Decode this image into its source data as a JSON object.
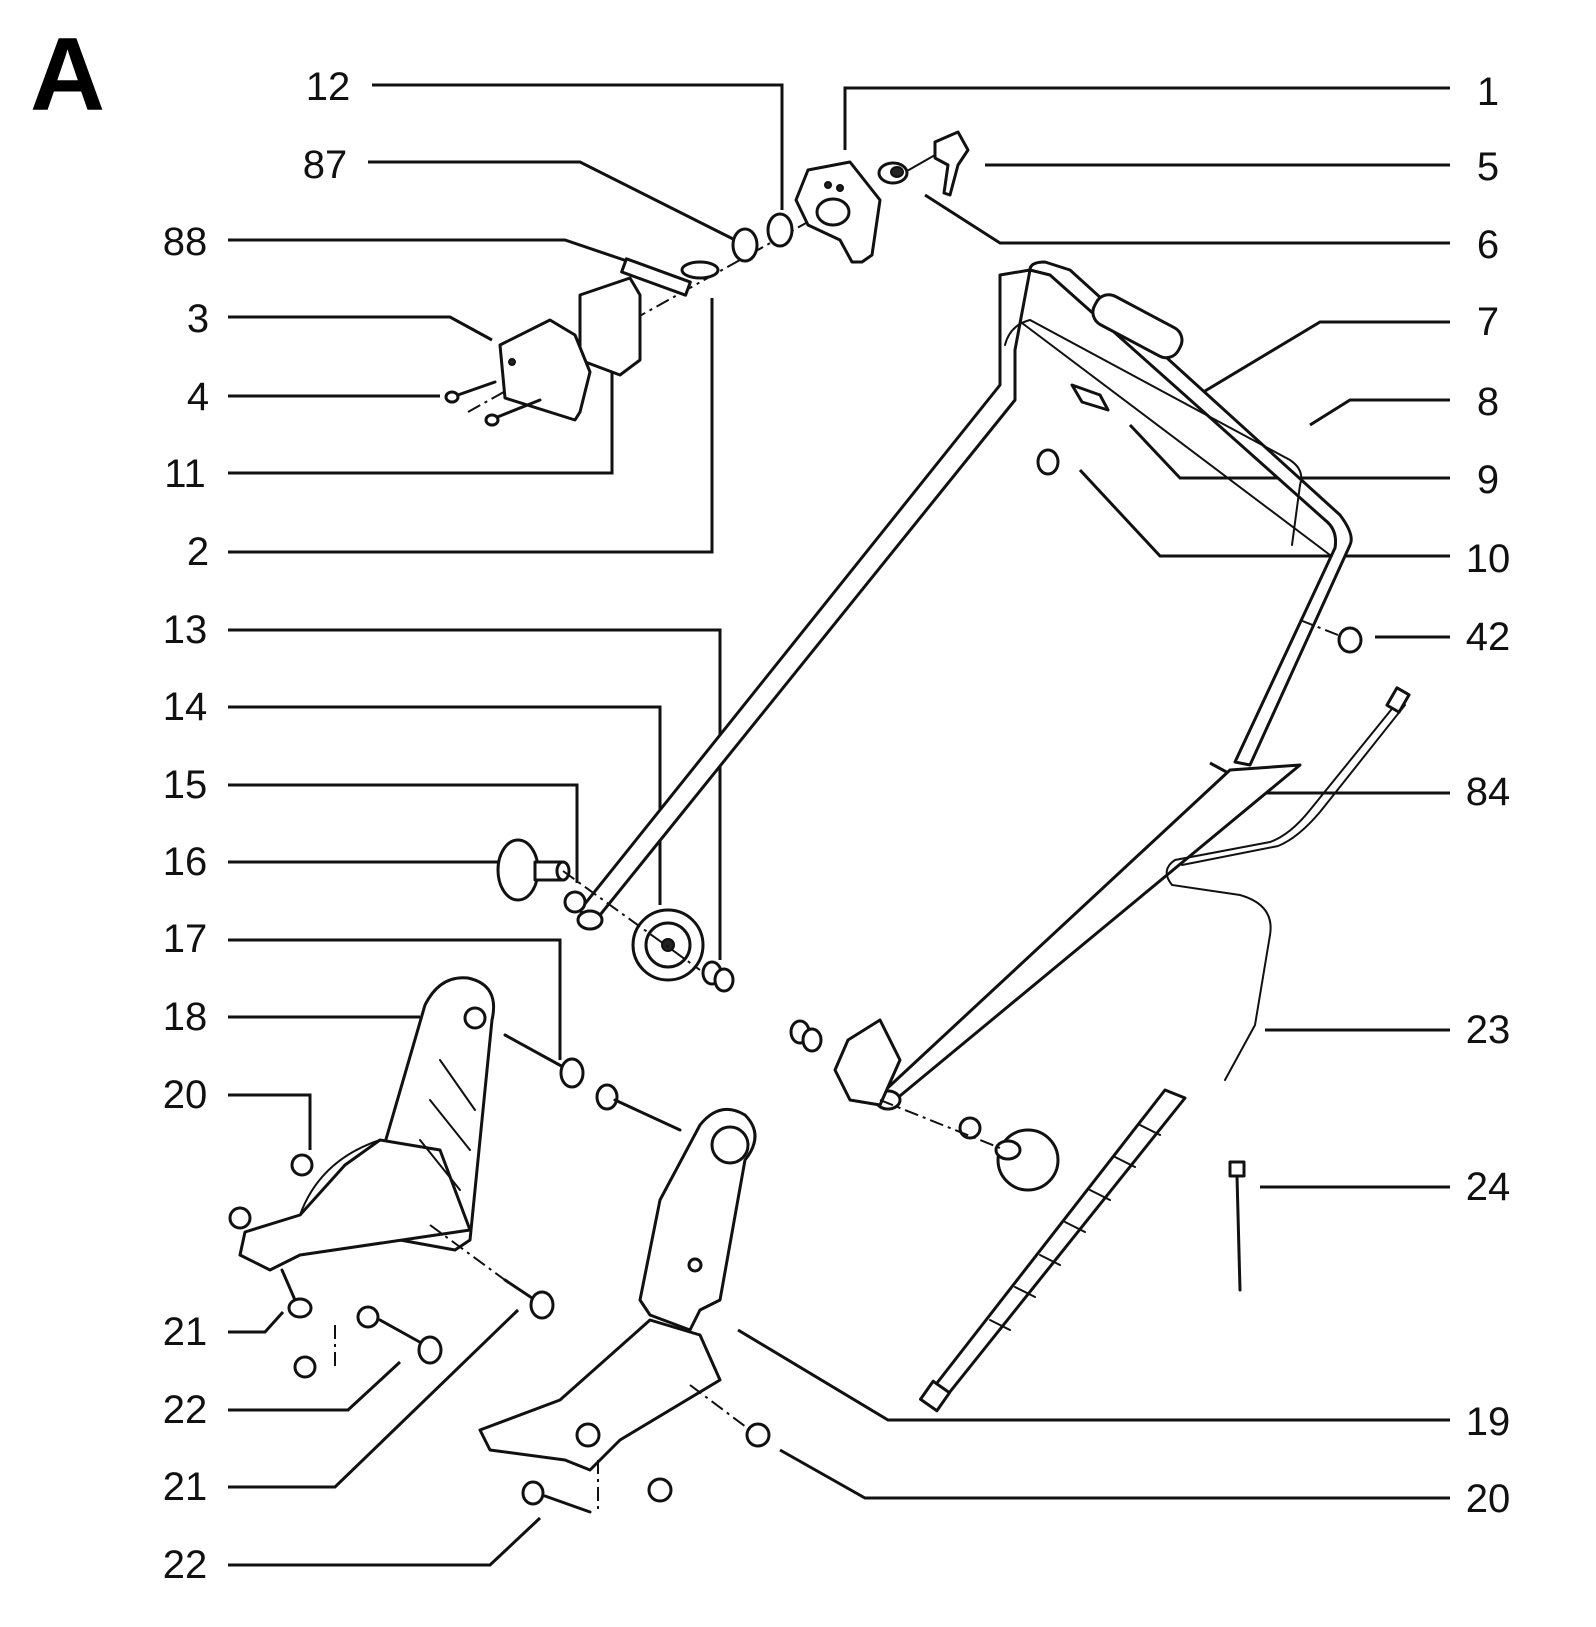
{
  "section_letter": "A",
  "callouts": {
    "c1": "1",
    "c5": "5",
    "c6": "6",
    "c7": "7",
    "c8": "8",
    "c9": "9",
    "c10": "10",
    "c42": "42",
    "c84": "84",
    "c23": "23",
    "c24": "24",
    "c19": "19",
    "c20r": "20",
    "c12": "12",
    "c87": "87",
    "c88": "88",
    "c3": "3",
    "c4": "4",
    "c11": "11",
    "c2": "2",
    "c13": "13",
    "c14": "14",
    "c15": "15",
    "c16": "16",
    "c17": "17",
    "c18": "18",
    "c20l": "20",
    "c21a": "21",
    "c22a": "22",
    "c21b": "21",
    "c22b": "22"
  }
}
